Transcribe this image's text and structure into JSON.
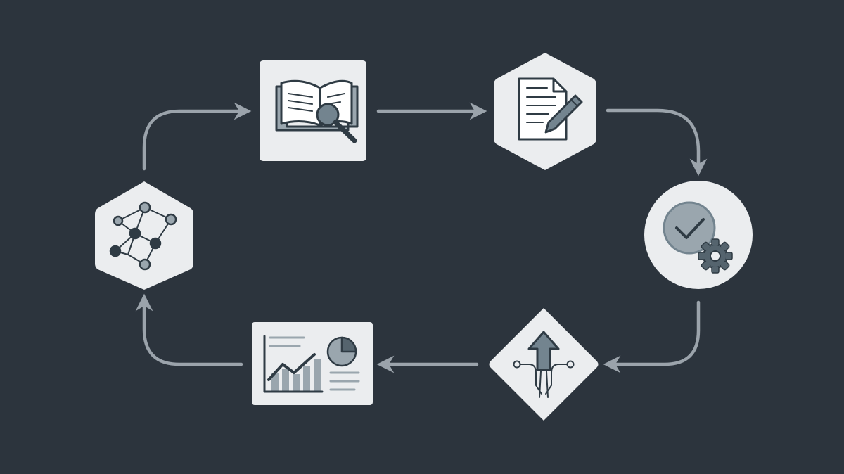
{
  "colors": {
    "background": "#2c343d",
    "tile": "#ebedef",
    "arrow": "#9ba3ab",
    "ink": "#2f3b44",
    "accent": "#73848f",
    "accent_dark": "#55646e"
  },
  "diagram": {
    "type": "cycle",
    "direction": "clockwise",
    "nodes": [
      {
        "id": "research",
        "shape": "rounded-square",
        "icon": "book-magnifier-icon"
      },
      {
        "id": "draft",
        "shape": "hexagon",
        "icon": "document-pencil-icon"
      },
      {
        "id": "review",
        "shape": "circle",
        "icon": "check-gear-icon"
      },
      {
        "id": "deploy",
        "shape": "diamond",
        "icon": "upload-arrow-circuit-icon"
      },
      {
        "id": "report",
        "shape": "rectangle",
        "icon": "chart-dashboard-icon"
      },
      {
        "id": "network",
        "shape": "hexagon",
        "icon": "network-graph-icon"
      }
    ],
    "edges": [
      {
        "from": "network",
        "to": "research"
      },
      {
        "from": "research",
        "to": "draft"
      },
      {
        "from": "draft",
        "to": "review"
      },
      {
        "from": "review",
        "to": "deploy"
      },
      {
        "from": "deploy",
        "to": "report"
      },
      {
        "from": "report",
        "to": "network"
      }
    ]
  }
}
